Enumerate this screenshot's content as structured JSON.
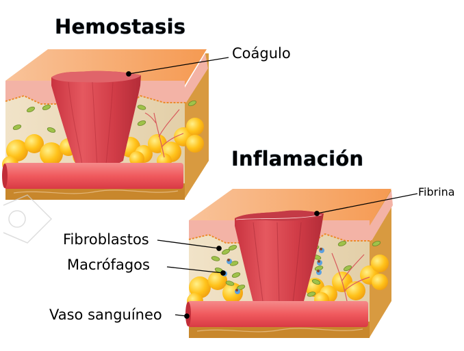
{
  "stages": [
    {
      "id": "hemostasis",
      "title": "Hemostasis",
      "labels": [
        {
          "id": "clot",
          "text": "Coágulo"
        }
      ]
    },
    {
      "id": "inflammation",
      "title": "Inflamación",
      "labels": [
        {
          "id": "fibrin",
          "text": "Fibrina"
        },
        {
          "id": "fibroblasts",
          "text": "Fibroblastos"
        },
        {
          "id": "macrophages",
          "text": "Macrófagos"
        },
        {
          "id": "blood-vessel",
          "text": "Vaso sanguíneo"
        }
      ]
    }
  ],
  "colors": {
    "skin_top": "#f6a35f",
    "skin_layer": "#f3b3a6",
    "dermis": "#ebdcc0",
    "fat": "#ffc21a",
    "tissue_base": "#c8872c",
    "clot": "#d9404a",
    "vessel": "#f05a5e",
    "fibroblast": "#9fc24a",
    "macrophage": "#5aa0e0"
  }
}
